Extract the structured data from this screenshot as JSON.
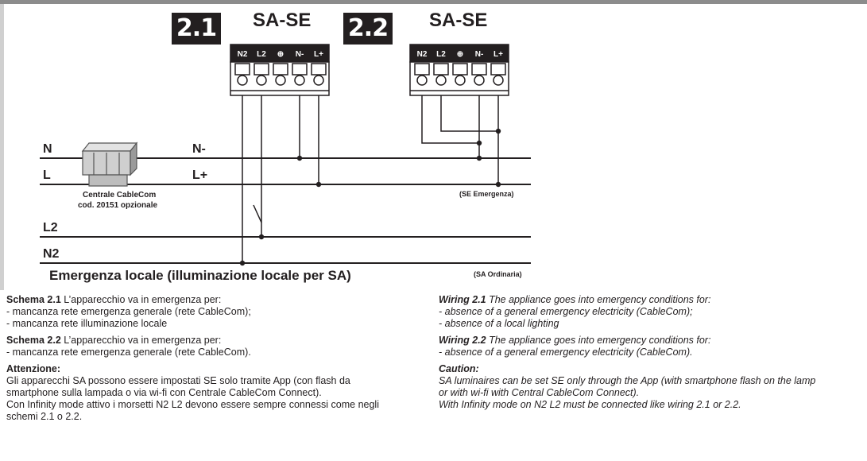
{
  "badges": {
    "b1": "2.1",
    "b2": "2.2"
  },
  "models": {
    "m1": "SA-SE",
    "m2": "SA-SE"
  },
  "terminals": [
    "N2",
    "L2",
    "⊕",
    "N-",
    "L+"
  ],
  "lines": {
    "N": "N",
    "L": "L",
    "N_minus": "N-",
    "L_plus": "L+",
    "L2": "L2",
    "N2": "N2"
  },
  "device": {
    "name": "Centrale CableCom",
    "code": "cod. 20151 opzionale"
  },
  "notes": {
    "se": "(SE Emergenza)",
    "sa": "(SA Ordinaria)"
  },
  "title": "Emergenza locale (illuminazione locale per SA)",
  "italian": {
    "s1_head": "Schema 2.1",
    "s1_text": " L’apparecchio va in emergenza per:",
    "s1_l1": "- mancanza rete emergenza generale (rete CableCom);",
    "s1_l2": "- mancanza rete illuminazione locale",
    "s2_head": "Schema 2.2",
    "s2_text": " L’apparecchio va in emergenza per:",
    "s2_l1": "- mancanza rete emergenza generale (rete CableCom).",
    "att_head": "Attenzione:",
    "att_l1": "Gli apparecchi SA possono essere impostati SE solo tramite App (con flash da",
    "att_l2": "smartphone sulla lampada o via wi-fi con Centrale CableCom Connect).",
    "att_l3": "Con Infinity mode attivo i morsetti N2 L2 devono essere sempre connessi come negli",
    "att_l4": "schemi 2.1 o 2.2."
  },
  "english": {
    "w1_head": "Wiring 2.1",
    "w1_text": " The appliance goes into emergency conditions for:",
    "w1_l1": "- absence of a general emergency electricity (CableCom);",
    "w1_l2": "- absence of a local lighting",
    "w2_head": "Wiring 2.2",
    "w2_text": " The appliance goes into emergency conditions for:",
    "w2_l1": "- absence of a general emergency electricity (CableCom).",
    "c_head": "Caution:",
    "c_l1": "SA luminaires can be set SE only through the App (with smartphone flash on the lamp",
    "c_l2": "or with wi-fi with Central CableCom Connect).",
    "c_l3": "With Infinity mode on N2 L2 must be connected like wiring 2.1 or 2.2."
  }
}
